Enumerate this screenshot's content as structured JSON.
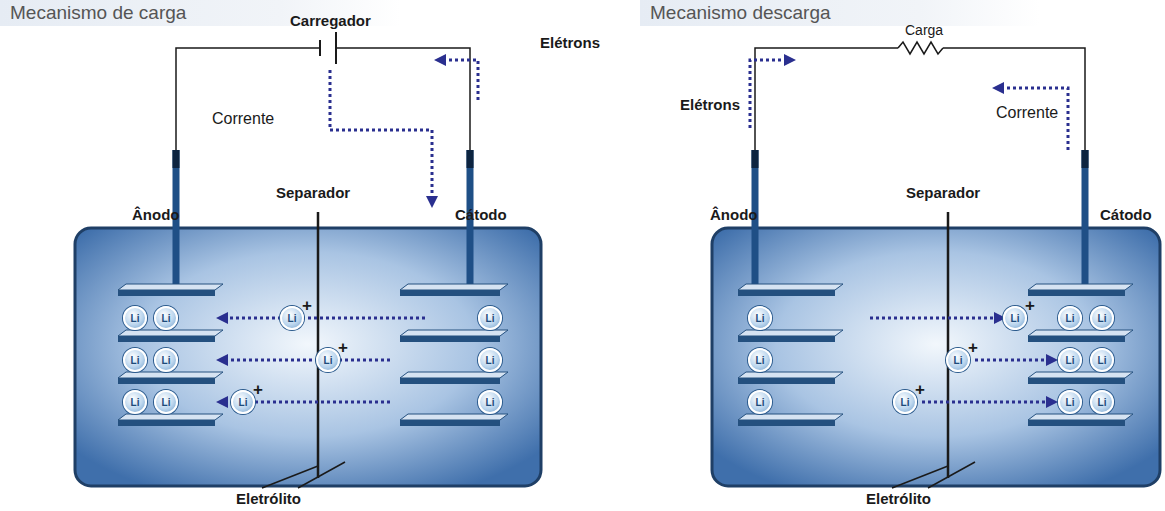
{
  "diagram": {
    "nodes": [
      {
        "text": [
          "Mecanismo de carga"
        ]
      },
      {
        "text": [
          "Li"
        ]
      },
      {
        "text": [
          "Li"
        ]
      },
      {
        "text": [
          "Li"
        ]
      },
      {
        "text": [
          "Li"
        ]
      },
      {
        "text": [
          "Li"
        ]
      },
      {
        "text": [
          "Li"
        ]
      },
      {
        "text": [
          "Li"
        ]
      },
      {
        "text": [
          "Li"
        ]
      },
      {
        "text": [
          "Li"
        ]
      },
      {
        "text": [
          "Li"
        ]
      },
      {
        "text": [
          "Li"
        ]
      },
      {
        "text": [
          "Li"
        ]
      },
      {
        "text": [
          "Mecanismo descarga"
        ]
      },
      {
        "text": [
          "Li"
        ]
      },
      {
        "text": [
          "Li"
        ]
      },
      {
        "text": [
          "Li"
        ]
      },
      {
        "text": [
          "Li"
        ]
      },
      {
        "text": [
          "Li"
        ]
      },
      {
        "text": [
          "Li"
        ]
      },
      {
        "text": [
          "Li"
        ]
      },
      {
        "text": [
          "Li"
        ]
      },
      {
        "text": [
          "Li"
        ]
      },
      {
        "text": [
          "Li"
        ]
      },
      {
        "text": [
          "Li"
        ]
      },
      {
        "text": [
          "Li"
        ]
      }
    ],
    "labels": [
      "Carregador",
      "Elétrons",
      "Corrente",
      "Separador",
      "Ânodo",
      "Cátodo",
      "Eletrólito",
      "+",
      "+",
      "+",
      "Carga",
      "Elétrons",
      "Corrente",
      "Separador",
      "Ânodo",
      "Cátodo",
      "Eletrólito",
      "+",
      "+",
      "+"
    ]
  }
}
